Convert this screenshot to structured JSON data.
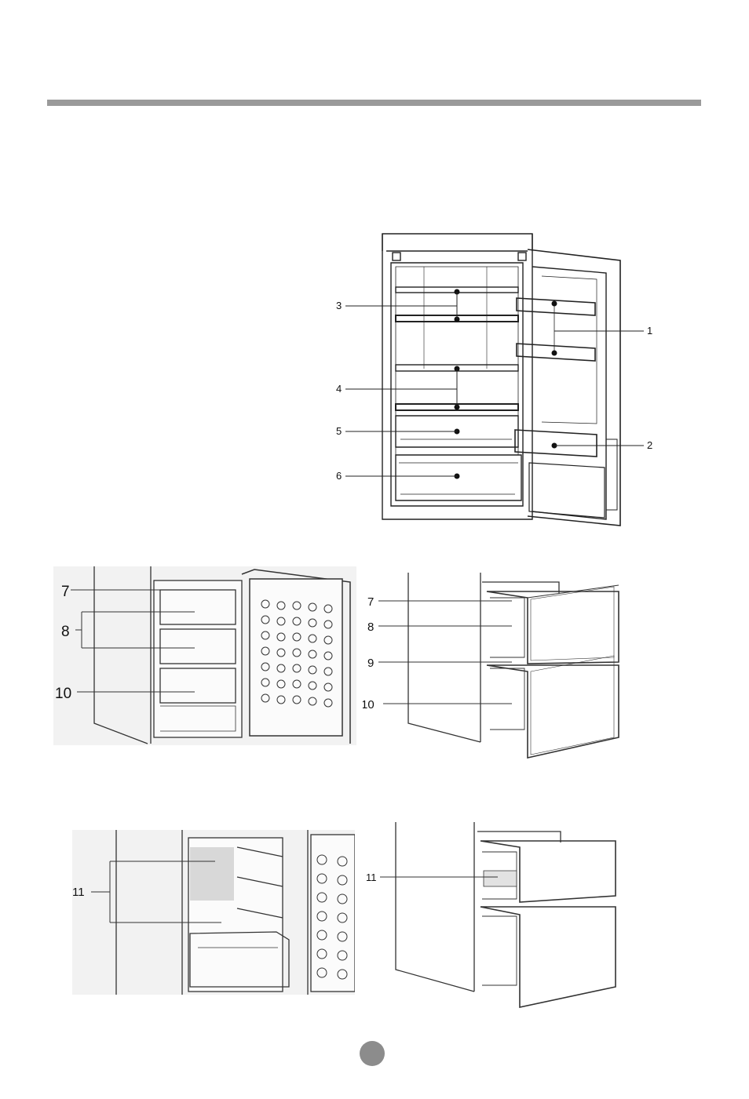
{
  "figures": {
    "fridge_open": {
      "callouts": [
        "1",
        "2",
        "3",
        "4",
        "5",
        "6"
      ]
    },
    "freezer_door_left": {
      "callouts": [
        "7",
        "8",
        "10"
      ]
    },
    "freezer_drawers_right": {
      "callouts": [
        "7",
        "8",
        "9",
        "10"
      ]
    },
    "freezer_shelves_left": {
      "callouts": [
        "11"
      ]
    },
    "freezer_drawers_open_right": {
      "callouts": [
        "11"
      ]
    }
  },
  "colors": {
    "rule": "#9a9a9a",
    "page_dot": "#8c8c8c",
    "line": "#222222"
  }
}
